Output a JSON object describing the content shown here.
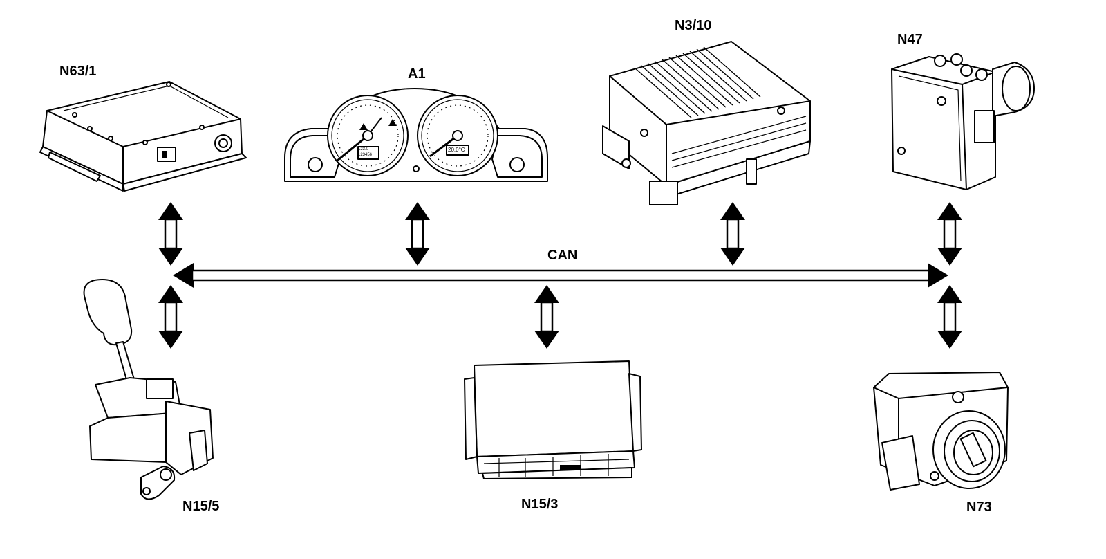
{
  "bus": {
    "label": "CAN"
  },
  "components": {
    "n63_1": {
      "label": "N63/1"
    },
    "a1": {
      "label": "A1"
    },
    "n3_10": {
      "label": "N3/10"
    },
    "n47": {
      "label": "N47"
    },
    "n15_5": {
      "label": "N15/5"
    },
    "n15_3": {
      "label": "N15/3"
    },
    "n73": {
      "label": "N73"
    }
  },
  "instrument": {
    "odometer": "123.0\n123456",
    "temp_readout": "20.0°C"
  }
}
